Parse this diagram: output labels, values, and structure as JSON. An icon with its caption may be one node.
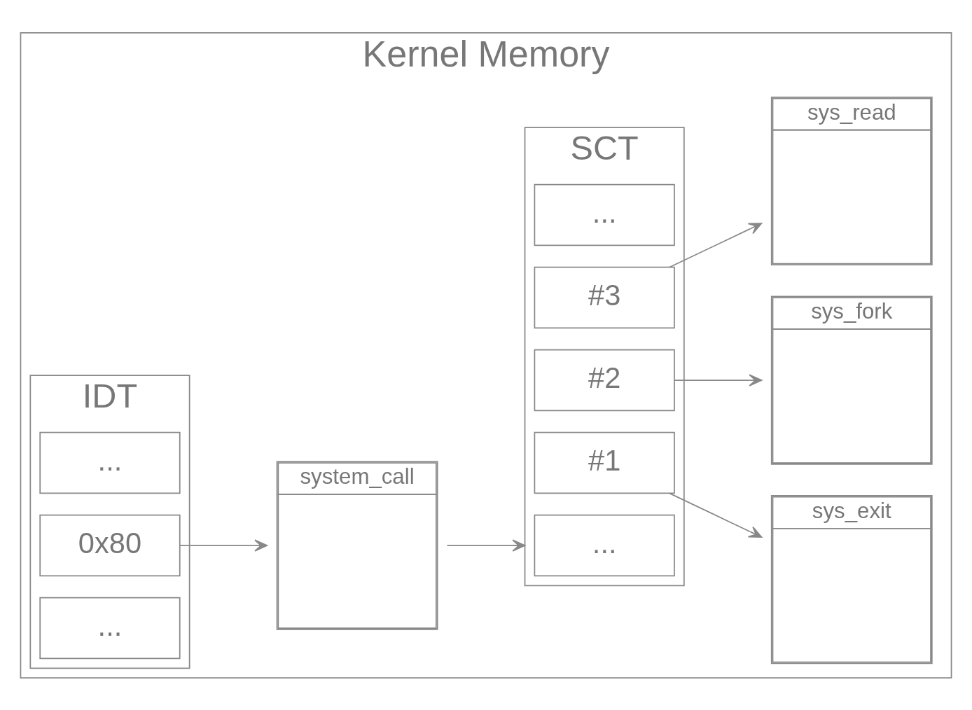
{
  "diagram": {
    "nodes": [
      {
        "text": [
          "Kernel Memory"
        ]
      },
      {
        "text": [
          "IDT"
        ],
        "in": 0
      },
      {
        "text": [
          "..."
        ],
        "in": 1
      },
      {
        "text": [
          "0x80"
        ],
        "in": 1
      },
      {
        "text": [
          "..."
        ],
        "in": 1
      },
      {
        "text": [
          "system_call"
        ],
        "in": 0
      },
      {
        "text": [
          "SCT"
        ],
        "in": 0
      },
      {
        "text": [
          "..."
        ],
        "in": 6
      },
      {
        "text": [
          "#1"
        ],
        "in": 6
      },
      {
        "text": [
          "#2"
        ],
        "in": 6
      },
      {
        "text": [
          "#3"
        ],
        "in": 6
      },
      {
        "text": [
          "..."
        ],
        "in": 6
      },
      {
        "text": [
          "sys_exit"
        ],
        "in": 0
      },
      {
        "text": [
          "sys_fork"
        ],
        "in": 0
      },
      {
        "text": [
          "sys_read"
        ],
        "in": 0
      }
    ],
    "edges": [
      {
        "from": 3,
        "to": 5,
        "arrow": "to"
      },
      {
        "from": 5,
        "to": 6,
        "arrow": "to"
      },
      {
        "from": 8,
        "to": 12,
        "arrow": "to"
      },
      {
        "from": 9,
        "to": 13,
        "arrow": "to"
      },
      {
        "from": 10,
        "to": 14,
        "arrow": "to"
      }
    ]
  }
}
